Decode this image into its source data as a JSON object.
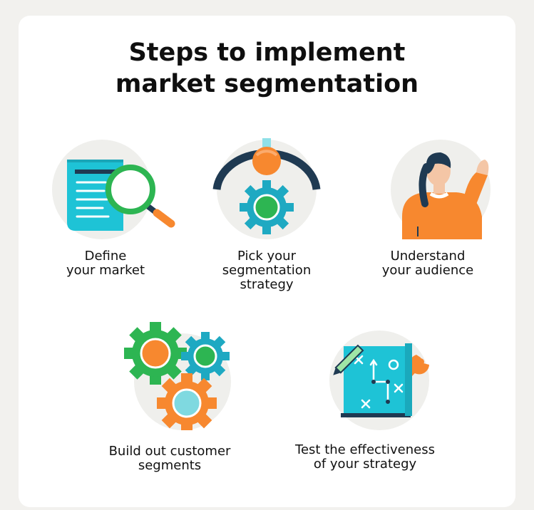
{
  "title": {
    "line1": "Steps to implement",
    "line2": "market segmentation"
  },
  "steps": [
    {
      "line1": "Define",
      "line2": "your market",
      "line3": "",
      "icon": "magnifier-document-icon"
    },
    {
      "line1": "Pick your",
      "line2": "segmentation",
      "line3": "strategy",
      "icon": "claw-gear-icon"
    },
    {
      "line1": "Understand",
      "line2": "your audience",
      "line3": "",
      "icon": "person-waving-icon"
    },
    {
      "line1": "Build out customer",
      "line2": "segments",
      "line3": "",
      "icon": "gears-icon"
    },
    {
      "line1": "Test the effectiveness",
      "line2": "of your strategy",
      "line3": "",
      "icon": "strategy-map-icon"
    }
  ],
  "colors": {
    "teal": "#1ec3d6",
    "green": "#2db552",
    "orange": "#f7882f",
    "navy": "#1f3a52",
    "circle": "#efefec"
  }
}
